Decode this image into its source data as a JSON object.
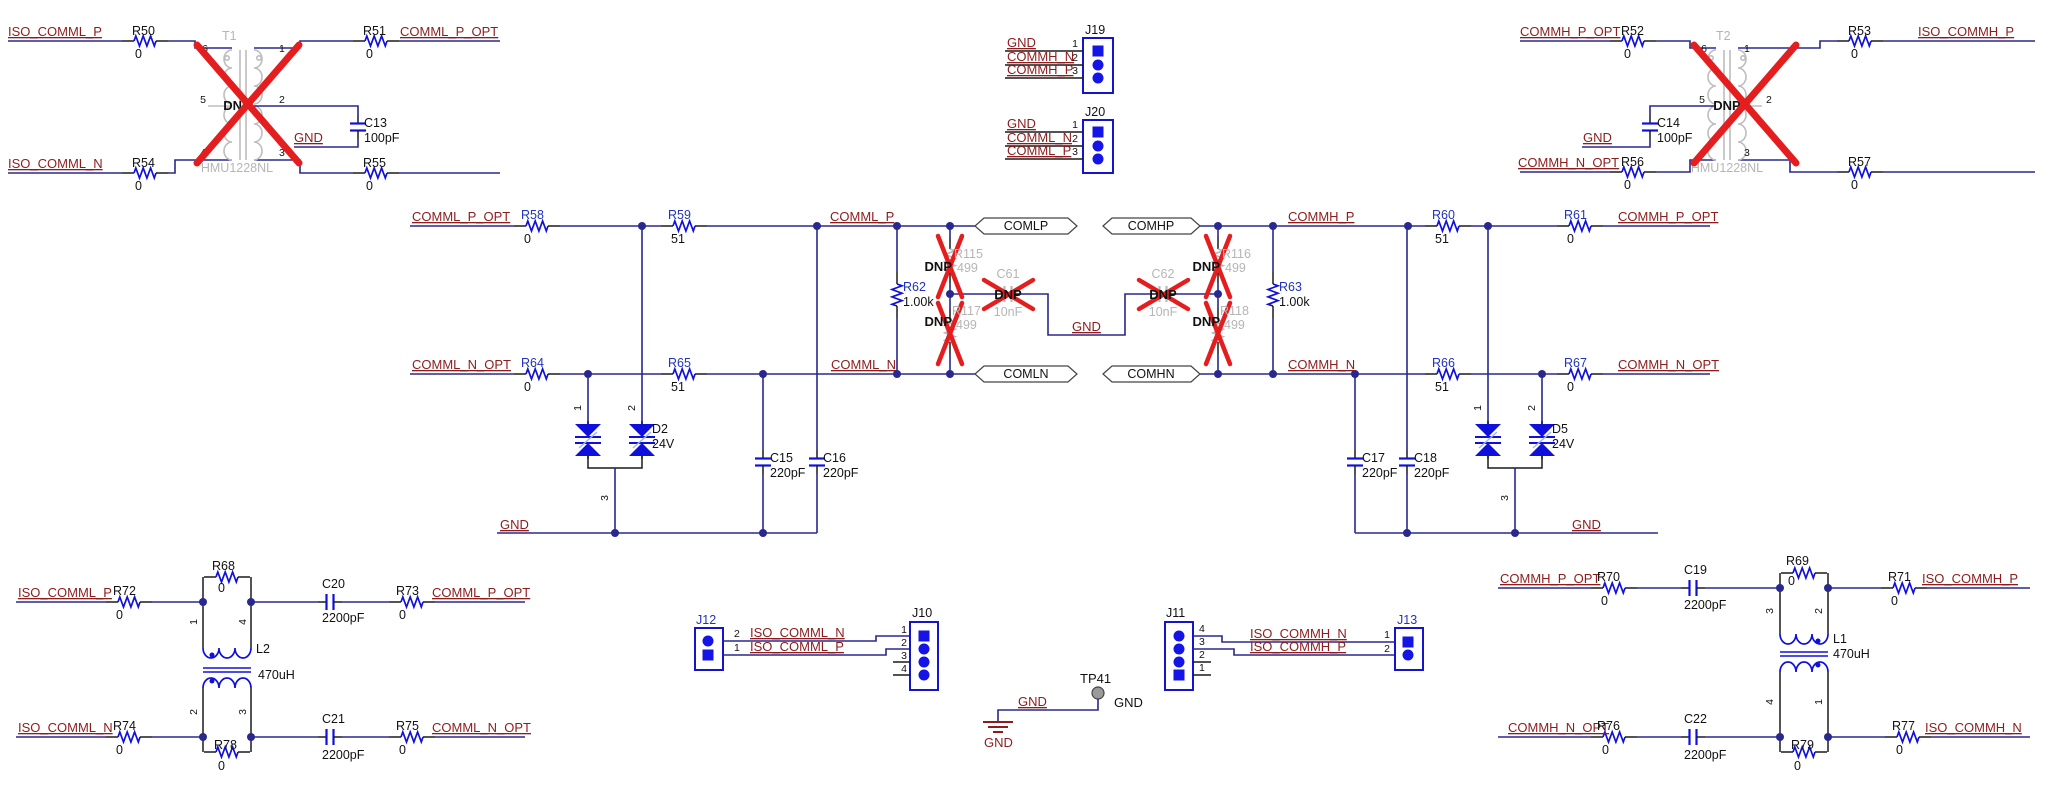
{
  "palette": {
    "wire": "#28288f",
    "symbol_blue": "#1010dd",
    "connector_blue": "#1414cc",
    "net_label": "#8e1c1c",
    "ref_blue": "#2233bb",
    "dnp_gray": "#b5b5b5",
    "x_red": "#e41e1e",
    "black": "#111111"
  },
  "pins": [
    "1",
    "2",
    "3",
    "4",
    "5",
    "6"
  ],
  "misc": {
    "dnp": "DNP"
  },
  "nets": {
    "iso_comml_p": "ISO_COMML_P",
    "iso_comml_n": "ISO_COMML_N",
    "comml_p_opt": "COMML_P_OPT",
    "comml_n_opt": "COMML_N_OPT",
    "comml_p": "COMML_P",
    "comml_n": "COMML_N",
    "commh_p": "COMMH_P",
    "commh_n": "COMMH_N",
    "commh_p_opt": "COMMH_P_OPT",
    "commh_n_opt": "COMMH_N_OPT",
    "iso_commh_p": "ISO_COMMH_P",
    "iso_commh_n": "ISO_COMMH_N",
    "gnd": "GND"
  },
  "tags": {
    "comlp": "COMLP",
    "comhp": "COMHP",
    "comln": "COMLN",
    "comhn": "COMHN"
  },
  "parts": {
    "t1": {
      "ref": "T1",
      "part": "HMU1228NL"
    },
    "t2": {
      "ref": "T2",
      "part": "HMU1228NL"
    },
    "r50": {
      "ref": "R50",
      "val": "0"
    },
    "r51": {
      "ref": "R51",
      "val": "0"
    },
    "r52": {
      "ref": "R52",
      "val": "0"
    },
    "r53": {
      "ref": "R53",
      "val": "0"
    },
    "r54": {
      "ref": "R54",
      "val": "0"
    },
    "r55": {
      "ref": "R55",
      "val": "0"
    },
    "r56": {
      "ref": "R56",
      "val": "0"
    },
    "r57": {
      "ref": "R57",
      "val": "0"
    },
    "r58": {
      "ref": "R58",
      "val": "0"
    },
    "r59": {
      "ref": "R59",
      "val": "51"
    },
    "r60": {
      "ref": "R60",
      "val": "51"
    },
    "r61": {
      "ref": "R61",
      "val": "0"
    },
    "r62": {
      "ref": "R62",
      "val": "1.00k"
    },
    "r63": {
      "ref": "R63",
      "val": "1.00k"
    },
    "r64": {
      "ref": "R64",
      "val": "0"
    },
    "r65": {
      "ref": "R65",
      "val": "51"
    },
    "r66": {
      "ref": "R66",
      "val": "51"
    },
    "r67": {
      "ref": "R67",
      "val": "0"
    },
    "r68": {
      "ref": "R68",
      "val": "0"
    },
    "r69": {
      "ref": "R69",
      "val": "0"
    },
    "r70": {
      "ref": "R70",
      "val": "0"
    },
    "r71": {
      "ref": "R71",
      "val": "0"
    },
    "r72": {
      "ref": "R72",
      "val": "0"
    },
    "r73": {
      "ref": "R73",
      "val": "0"
    },
    "r74": {
      "ref": "R74",
      "val": "0"
    },
    "r75": {
      "ref": "R75",
      "val": "0"
    },
    "r76": {
      "ref": "R76",
      "val": "0"
    },
    "r77": {
      "ref": "R77",
      "val": "0"
    },
    "r78": {
      "ref": "R78",
      "val": "0"
    },
    "r79": {
      "ref": "R79",
      "val": "0"
    },
    "r115": {
      "ref": "R115",
      "val": "499"
    },
    "r116": {
      "ref": "R116",
      "val": "499"
    },
    "r117": {
      "ref": "R117",
      "val": "499"
    },
    "r118": {
      "ref": "R118",
      "val": "499"
    },
    "c13": {
      "ref": "C13",
      "val": "100pF"
    },
    "c14": {
      "ref": "C14",
      "val": "100pF"
    },
    "c15": {
      "ref": "C15",
      "val": "220pF"
    },
    "c16": {
      "ref": "C16",
      "val": "220pF"
    },
    "c17": {
      "ref": "C17",
      "val": "220pF"
    },
    "c18": {
      "ref": "C18",
      "val": "220pF"
    },
    "c19": {
      "ref": "C19",
      "val": "2200pF"
    },
    "c20": {
      "ref": "C20",
      "val": "2200pF"
    },
    "c21": {
      "ref": "C21",
      "val": "2200pF"
    },
    "c22": {
      "ref": "C22",
      "val": "2200pF"
    },
    "c61": {
      "ref": "C61",
      "val": "10nF"
    },
    "c62": {
      "ref": "C62",
      "val": "10nF"
    },
    "d2": {
      "ref": "D2",
      "val": "24V"
    },
    "d5": {
      "ref": "D5",
      "val": "24V"
    },
    "l1": {
      "ref": "L1",
      "val": "470uH"
    },
    "l2": {
      "ref": "L2",
      "val": "470uH"
    },
    "j10": {
      "ref": "J10"
    },
    "j11": {
      "ref": "J11"
    },
    "j12": {
      "ref": "J12"
    },
    "j13": {
      "ref": "J13"
    },
    "j19": {
      "ref": "J19"
    },
    "j20": {
      "ref": "J20"
    },
    "tp41": {
      "ref": "TP41"
    }
  }
}
